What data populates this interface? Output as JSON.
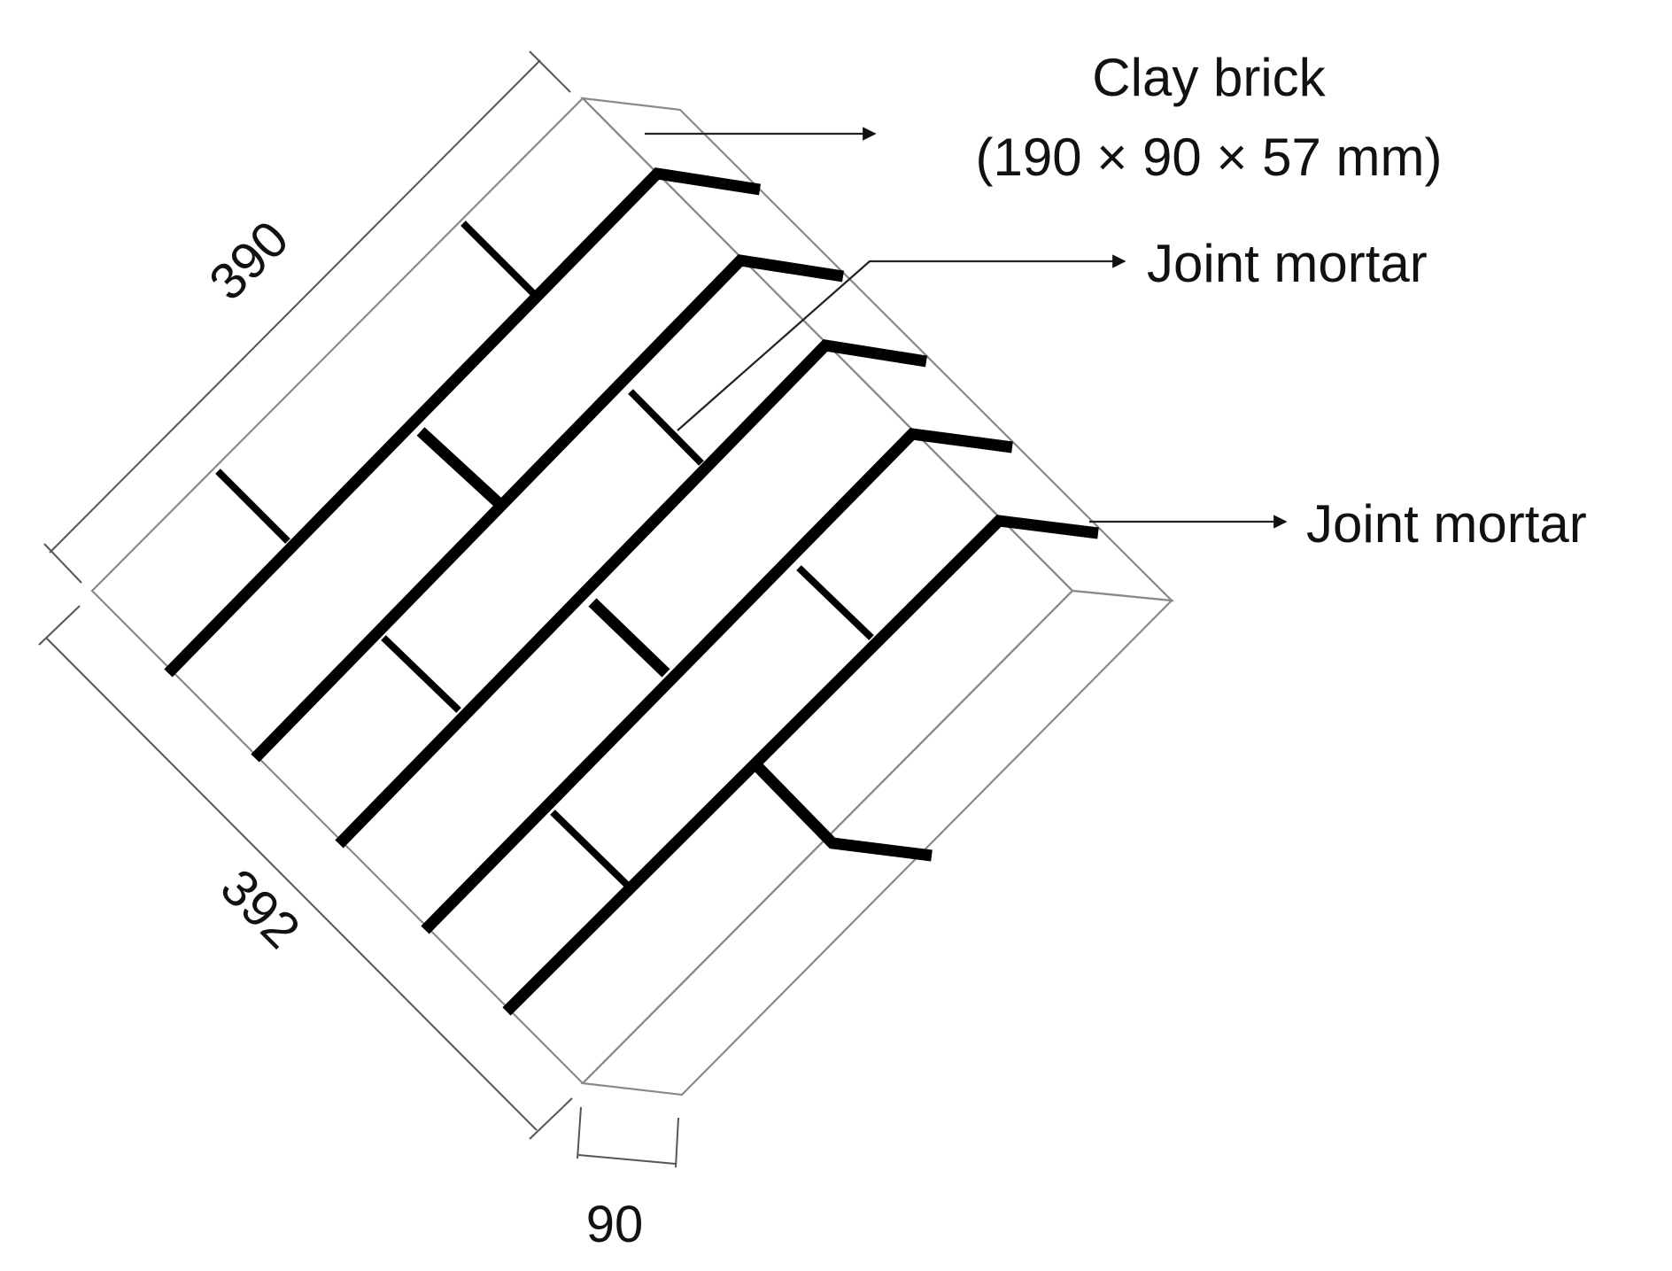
{
  "labels": {
    "clay_brick_line1": "Clay brick",
    "clay_brick_line2": "(190 × 90 × 57 mm)",
    "joint_mortar_upper": "Joint mortar",
    "joint_mortar_lower": "Joint mortar"
  },
  "dimensions": {
    "top_edge": "390",
    "bottom_edge": "392",
    "thickness": "90"
  },
  "colors": {
    "mortar": "#000000",
    "brick_outline": "#8a8a8a",
    "background": "#ffffff"
  }
}
